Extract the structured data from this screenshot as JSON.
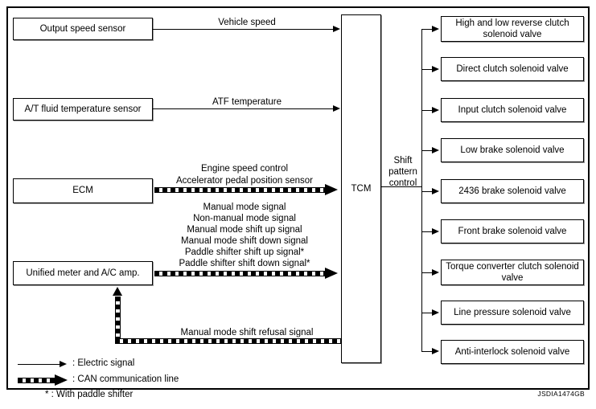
{
  "diagram": {
    "reference_code": "JSDIA1474GB",
    "inputs": [
      {
        "label": "Output speed sensor",
        "signal": "Vehicle speed",
        "line_type": "electric"
      },
      {
        "label": "A/T fluid temperature sensor",
        "signal": "ATF temperature",
        "line_type": "electric"
      },
      {
        "label": "ECM",
        "signal": "Engine speed control\nAccelerator pedal position sensor",
        "line_type": "can"
      },
      {
        "label": "Unified meter and A/C amp.",
        "signal": "Manual mode signal\nNon-manual mode signal\nManual mode shift up signal\nManual mode shift down signal\nPaddle shifter shift up signal*\nPaddle shifter shift down signal*",
        "line_type": "can"
      }
    ],
    "signal_labels": {
      "vehicle_speed": "Vehicle speed",
      "atf_temperature": "ATF temperature",
      "ecm_line1": "Engine speed control",
      "ecm_line2": "Accelerator pedal position sensor",
      "meter_line1": "Manual mode signal",
      "meter_line2": "Non-manual mode signal",
      "meter_line3": "Manual mode shift up signal",
      "meter_line4": "Manual mode shift down signal",
      "meter_line5": "Paddle shifter shift up signal*",
      "meter_line6": "Paddle shifter shift down signal*",
      "refusal": "Manual mode shift refusal signal"
    },
    "controller": {
      "label": "TCM",
      "function_line1": "Shift",
      "function_line2": "pattern",
      "function_line3": "control"
    },
    "outputs": [
      {
        "label": "High and low reverse clutch solenoid valve"
      },
      {
        "label": "Direct clutch solenoid valve"
      },
      {
        "label": "Input clutch solenoid valve"
      },
      {
        "label": "Low brake solenoid valve"
      },
      {
        "label": "2436 brake solenoid valve"
      },
      {
        "label": "Front brake solenoid valve"
      },
      {
        "label": "Torque converter clutch solenoid valve"
      },
      {
        "label": "Line pressure solenoid valve"
      },
      {
        "label": "Anti-interlock solenoid valve"
      }
    ],
    "legend": [
      {
        "symbol": "electric-signal-arrow",
        "text": ": Electric signal"
      },
      {
        "symbol": "can-communication-arrow",
        "text": ": CAN communication line"
      },
      {
        "symbol": "asterisk",
        "text": "* : With paddle shifter"
      }
    ]
  }
}
